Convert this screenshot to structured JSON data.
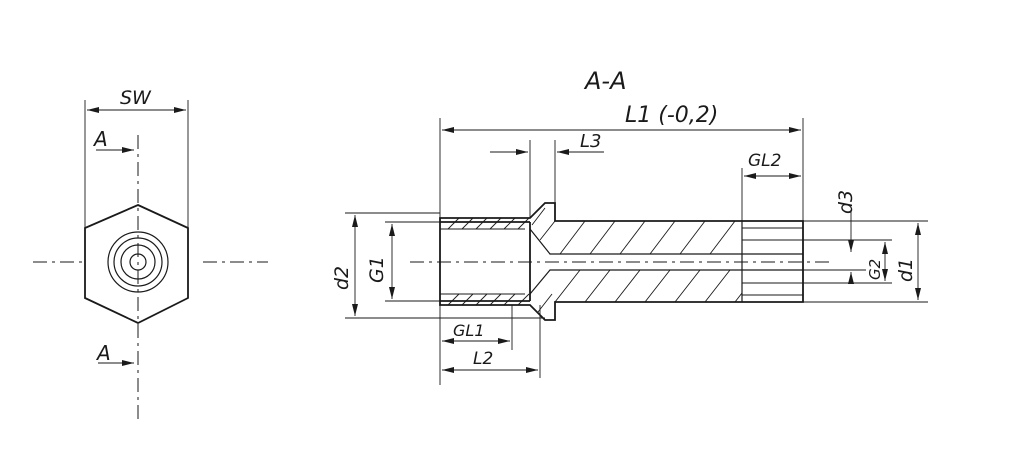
{
  "drawing": {
    "section_title": "A-A",
    "end_view": {
      "wrench_size_label": "SW",
      "cut_marker_top": "A",
      "cut_marker_bottom": "A"
    },
    "section_view": {
      "overall_length_label": "L1 (-0,2)",
      "collar_length_label": "L3",
      "thread_length_2_label": "GL2",
      "thread_length_1_label": "GL1",
      "bore_depth_label": "L2",
      "outer_diameter_label": "d2",
      "thread_1_label": "G1",
      "bore_diameter_label": "d3",
      "thread_2_label": "G2",
      "shaft_diameter_label": "d1"
    }
  },
  "colors": {
    "ink": "#1a1a1a",
    "paper": "#ffffff"
  }
}
